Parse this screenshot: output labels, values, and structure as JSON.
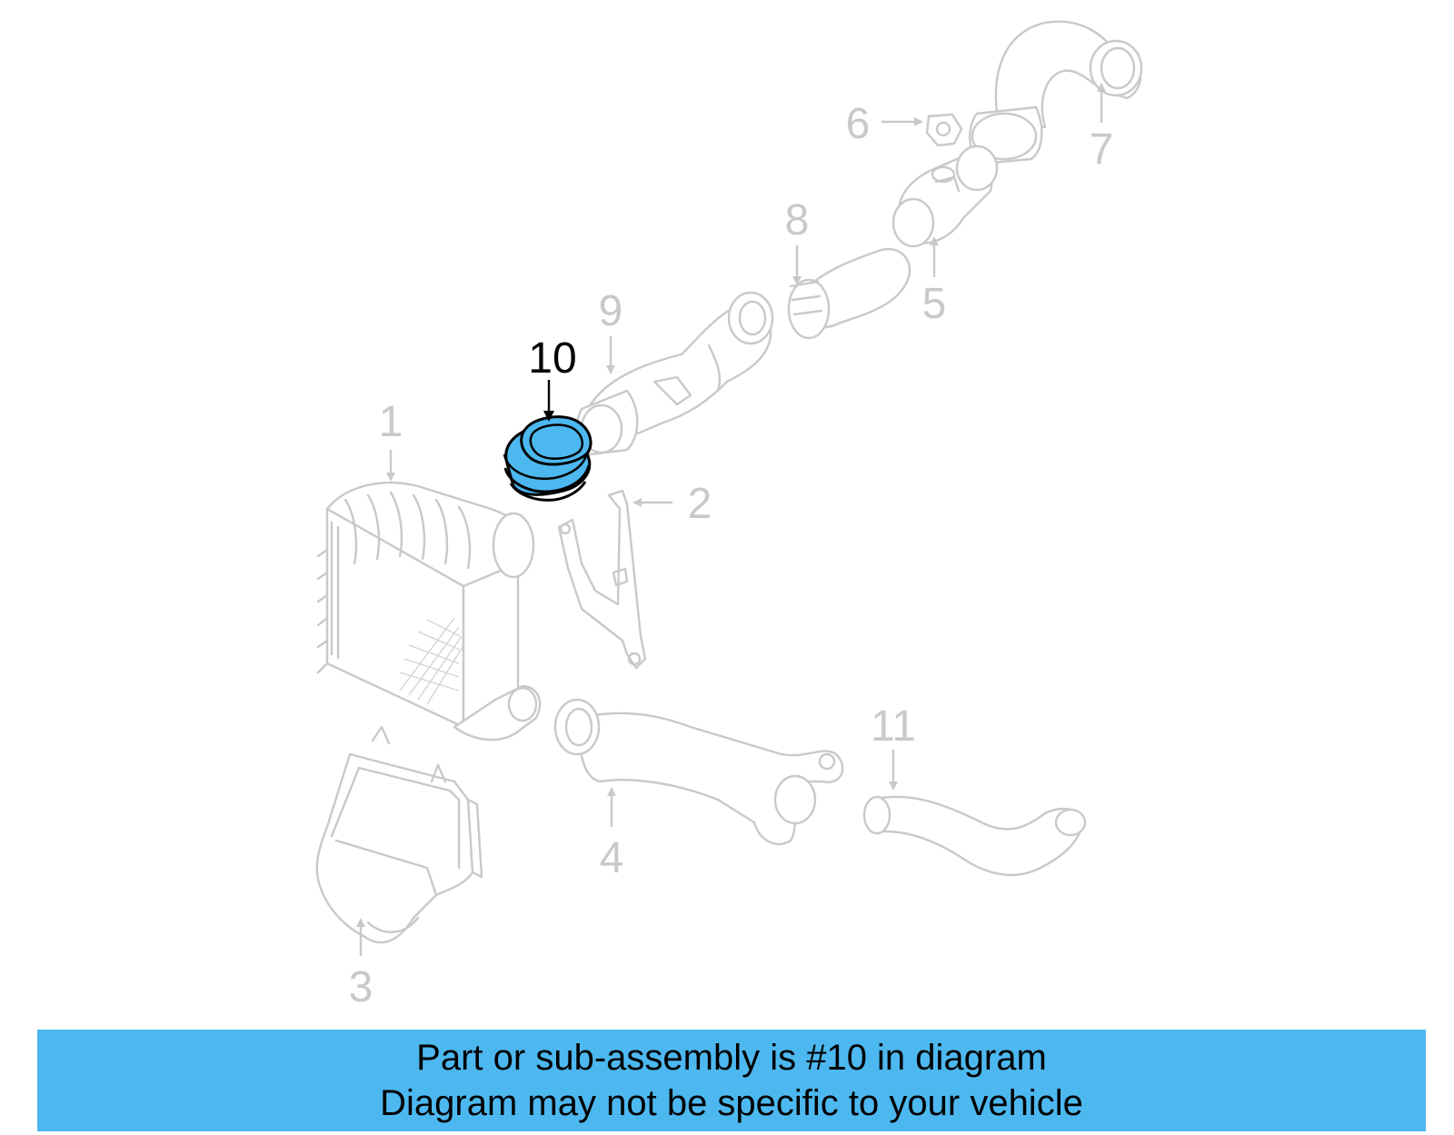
{
  "diagram": {
    "highlight_color": "#4db8f0",
    "ghost_color": "#c9c9c9",
    "highlighted_part": "10",
    "callouts": [
      "1",
      "2",
      "3",
      "4",
      "5",
      "6",
      "7",
      "8",
      "9",
      "10",
      "11"
    ]
  },
  "banner": {
    "background": "#4db8f0",
    "line1": "Part or sub-assembly is #10 in diagram",
    "line2": "Diagram may not be specific to your vehicle"
  }
}
